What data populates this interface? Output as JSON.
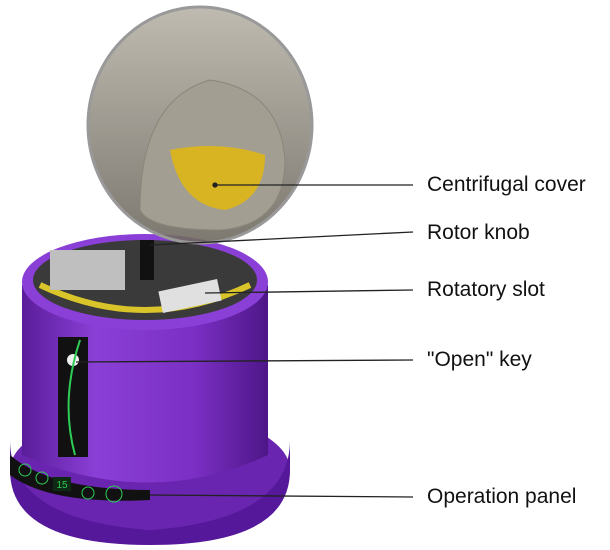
{
  "labels": {
    "centrifugal_cover": "Centrifugal cover",
    "rotor_knob": "Rotor knob",
    "rotatory_slot": "Rotatory slot",
    "open_key": "\"Open\" key",
    "operation_panel": "Operation panel"
  },
  "device": {
    "display_value": "15",
    "colors": {
      "body": "#7b2fc4",
      "lid": "#8a8478",
      "panel_text": "#2ecc55",
      "yellow": "#d9b422"
    }
  }
}
